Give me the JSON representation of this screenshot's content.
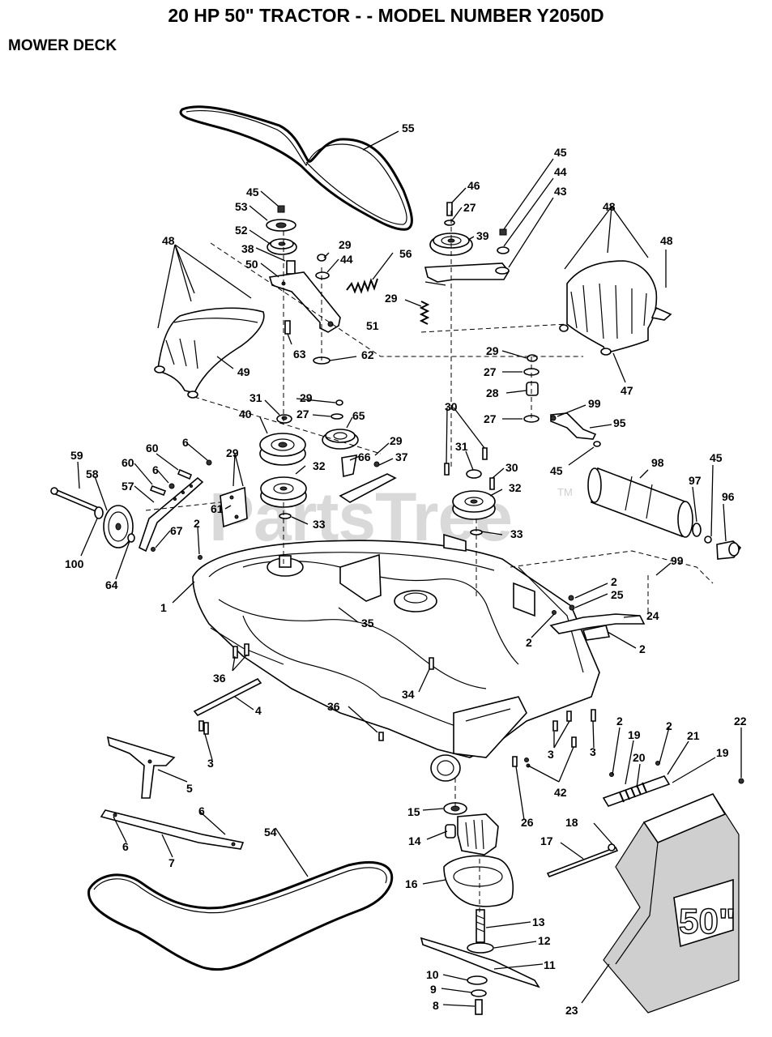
{
  "title": "20 HP 50\" TRACTOR - - MODEL NUMBER Y2050D",
  "section": "MOWER DECK",
  "watermark": "PartsTree",
  "watermark_mark": "TM",
  "deck_badge": "50\"",
  "callouts": [
    {
      "id": "c55",
      "text": "55"
    },
    {
      "id": "c45a",
      "text": "45"
    },
    {
      "id": "c53",
      "text": "53"
    },
    {
      "id": "c52",
      "text": "52"
    },
    {
      "id": "c38",
      "text": "38"
    },
    {
      "id": "c50",
      "text": "50"
    },
    {
      "id": "c29a",
      "text": "29"
    },
    {
      "id": "c44a",
      "text": "44"
    },
    {
      "id": "c56",
      "text": "56"
    },
    {
      "id": "c48a",
      "text": "48"
    },
    {
      "id": "c49",
      "text": "49"
    },
    {
      "id": "c63",
      "text": "63"
    },
    {
      "id": "c62",
      "text": "62"
    },
    {
      "id": "c29b",
      "text": "29"
    },
    {
      "id": "c51",
      "text": "51"
    },
    {
      "id": "c46",
      "text": "46"
    },
    {
      "id": "c27a",
      "text": "27"
    },
    {
      "id": "c39",
      "text": "39"
    },
    {
      "id": "c45b",
      "text": "45"
    },
    {
      "id": "c44b",
      "text": "44"
    },
    {
      "id": "c43",
      "text": "43"
    },
    {
      "id": "c48b",
      "text": "48"
    },
    {
      "id": "c48c",
      "text": "48"
    },
    {
      "id": "c47",
      "text": "47"
    },
    {
      "id": "c29c",
      "text": "29"
    },
    {
      "id": "c27b",
      "text": "27"
    },
    {
      "id": "c28",
      "text": "28"
    },
    {
      "id": "c27c",
      "text": "27"
    },
    {
      "id": "c99a",
      "text": "99"
    },
    {
      "id": "c95",
      "text": "95"
    },
    {
      "id": "c45c",
      "text": "45"
    },
    {
      "id": "c98",
      "text": "98"
    },
    {
      "id": "c45d",
      "text": "45"
    },
    {
      "id": "c97",
      "text": "97"
    },
    {
      "id": "c96",
      "text": "96"
    },
    {
      "id": "c31a",
      "text": "31"
    },
    {
      "id": "c29d",
      "text": "29"
    },
    {
      "id": "c40",
      "text": "40"
    },
    {
      "id": "c27d",
      "text": "27"
    },
    {
      "id": "c65",
      "text": "65"
    },
    {
      "id": "c29e",
      "text": "29"
    },
    {
      "id": "c66",
      "text": "66"
    },
    {
      "id": "c37",
      "text": "37"
    },
    {
      "id": "c32a",
      "text": "32"
    },
    {
      "id": "c33a",
      "text": "33"
    },
    {
      "id": "c30a",
      "text": "30"
    },
    {
      "id": "c31b",
      "text": "31"
    },
    {
      "id": "c30b",
      "text": "30"
    },
    {
      "id": "c32b",
      "text": "32"
    },
    {
      "id": "c33b",
      "text": "33"
    },
    {
      "id": "c59",
      "text": "59"
    },
    {
      "id": "c58",
      "text": "58"
    },
    {
      "id": "c60a",
      "text": "60"
    },
    {
      "id": "c6a",
      "text": "6"
    },
    {
      "id": "c29f",
      "text": "29"
    },
    {
      "id": "c60b",
      "text": "60"
    },
    {
      "id": "c6b",
      "text": "6"
    },
    {
      "id": "c57",
      "text": "57"
    },
    {
      "id": "c61",
      "text": "61"
    },
    {
      "id": "c2a",
      "text": "2"
    },
    {
      "id": "c67",
      "text": "67"
    },
    {
      "id": "c100",
      "text": "100"
    },
    {
      "id": "c64",
      "text": "64"
    },
    {
      "id": "c1",
      "text": "1"
    },
    {
      "id": "c35",
      "text": "35"
    },
    {
      "id": "c99b",
      "text": "99"
    },
    {
      "id": "c2b",
      "text": "2"
    },
    {
      "id": "c25",
      "text": "25"
    },
    {
      "id": "c24",
      "text": "24"
    },
    {
      "id": "c2c",
      "text": "2"
    },
    {
      "id": "c2d",
      "text": "2"
    },
    {
      "id": "c36a",
      "text": "36"
    },
    {
      "id": "c34",
      "text": "34"
    },
    {
      "id": "c4",
      "text": "4"
    },
    {
      "id": "c36b",
      "text": "36"
    },
    {
      "id": "c3a",
      "text": "3"
    },
    {
      "id": "c3b",
      "text": "3"
    },
    {
      "id": "c3c",
      "text": "3"
    },
    {
      "id": "c42",
      "text": "42"
    },
    {
      "id": "c2e",
      "text": "2"
    },
    {
      "id": "c19a",
      "text": "19"
    },
    {
      "id": "c2f",
      "text": "2"
    },
    {
      "id": "c21",
      "text": "21"
    },
    {
      "id": "c22",
      "text": "22"
    },
    {
      "id": "c20",
      "text": "20"
    },
    {
      "id": "c19b",
      "text": "19"
    },
    {
      "id": "c5",
      "text": "5"
    },
    {
      "id": "c6c",
      "text": "6"
    },
    {
      "id": "c6d",
      "text": "6"
    },
    {
      "id": "c7",
      "text": "7"
    },
    {
      "id": "c15",
      "text": "15"
    },
    {
      "id": "c26",
      "text": "26"
    },
    {
      "id": "c14",
      "text": "14"
    },
    {
      "id": "c54",
      "text": "54"
    },
    {
      "id": "c18",
      "text": "18"
    },
    {
      "id": "c17",
      "text": "17"
    },
    {
      "id": "c16",
      "text": "16"
    },
    {
      "id": "c13",
      "text": "13"
    },
    {
      "id": "c12",
      "text": "12"
    },
    {
      "id": "c11",
      "text": "11"
    },
    {
      "id": "c10",
      "text": "10"
    },
    {
      "id": "c9",
      "text": "9"
    },
    {
      "id": "c8",
      "text": "8"
    },
    {
      "id": "c23",
      "text": "23"
    }
  ]
}
